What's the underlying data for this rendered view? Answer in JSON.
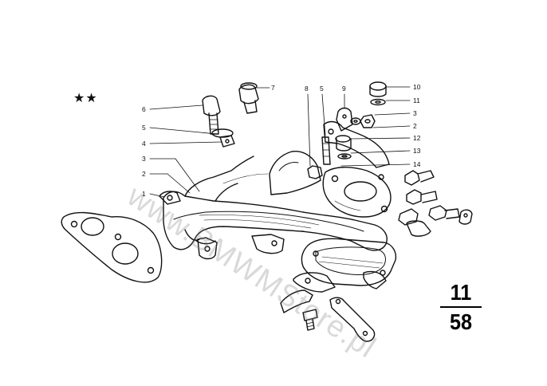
{
  "symbol": "★★",
  "watermark": "www.BMWMStore.pl",
  "page_ref": {
    "group": "11",
    "page": "58"
  },
  "callouts": [
    {
      "id": "c1",
      "label": "1"
    },
    {
      "id": "c2",
      "label": "2"
    },
    {
      "id": "c3",
      "label": "3"
    },
    {
      "id": "c4",
      "label": "4"
    },
    {
      "id": "c5",
      "label": "5"
    },
    {
      "id": "c6",
      "label": "6"
    },
    {
      "id": "c7",
      "label": "7"
    },
    {
      "id": "c8",
      "label": "8"
    },
    {
      "id": "c5b",
      "label": "5"
    },
    {
      "id": "c9",
      "label": "9"
    },
    {
      "id": "c10",
      "label": "10"
    },
    {
      "id": "c11",
      "label": "11"
    },
    {
      "id": "c3b",
      "label": "3"
    },
    {
      "id": "c2b",
      "label": "2"
    },
    {
      "id": "c12",
      "label": "12"
    },
    {
      "id": "c13",
      "label": "13"
    },
    {
      "id": "c14",
      "label": "14"
    }
  ]
}
